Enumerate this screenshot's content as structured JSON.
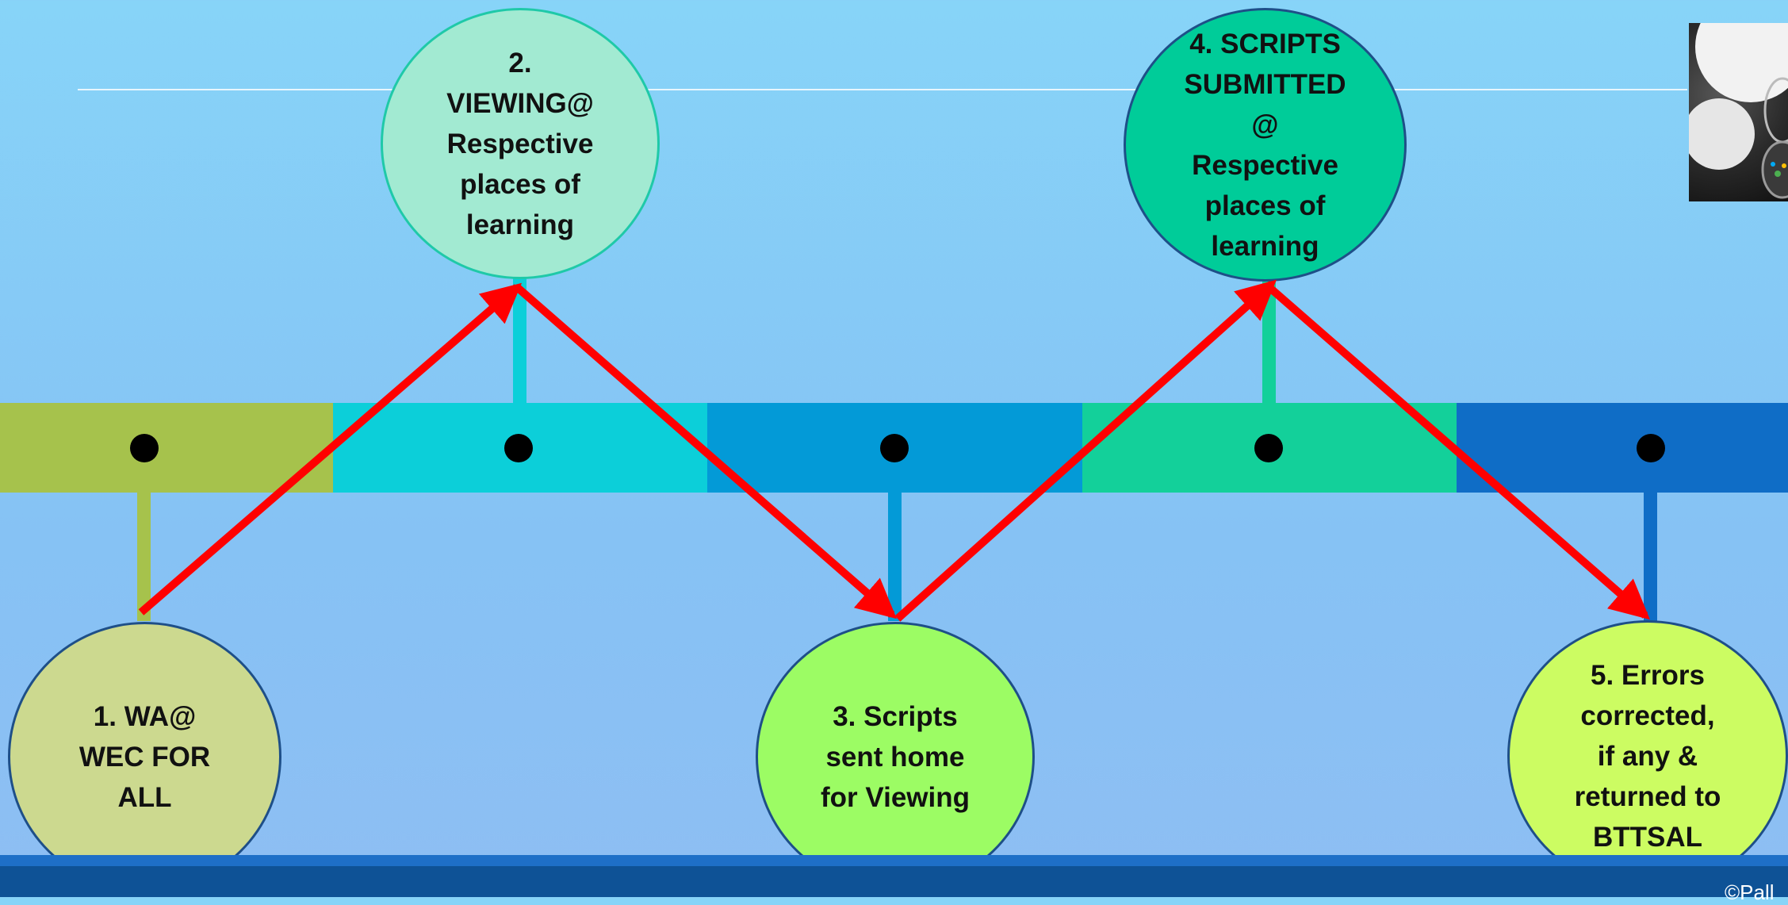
{
  "diagram": {
    "steps": [
      {
        "label": "1. WA@\nWEC FOR\nALL",
        "fill": "#ccd98f",
        "segment_color": "#a6c24c"
      },
      {
        "label": "2.\nVIEWING@\nRespective\nplaces of\nlearning",
        "fill": "#a2ead2",
        "segment_color": "#0ccfd9"
      },
      {
        "label": "3. Scripts\nsent home\nfor Viewing",
        "fill": "#9cfc64",
        "segment_color": "#039ad7"
      },
      {
        "label": "4. SCRIPTS\nSUBMITTED\n@\nRespective\nplaces of\nlearning",
        "fill": "#00cc99",
        "segment_color": "#13d09a"
      },
      {
        "label": "5. Errors\ncorrected,\nif any &\nreturned to\nBTTSAL",
        "fill": "#ccfc62",
        "segment_color": "#0f6dc6"
      }
    ],
    "arrow_color": "#ff0000",
    "node_border_color": "#1e4f88"
  },
  "footer": {
    "copyright": "©Pall"
  }
}
